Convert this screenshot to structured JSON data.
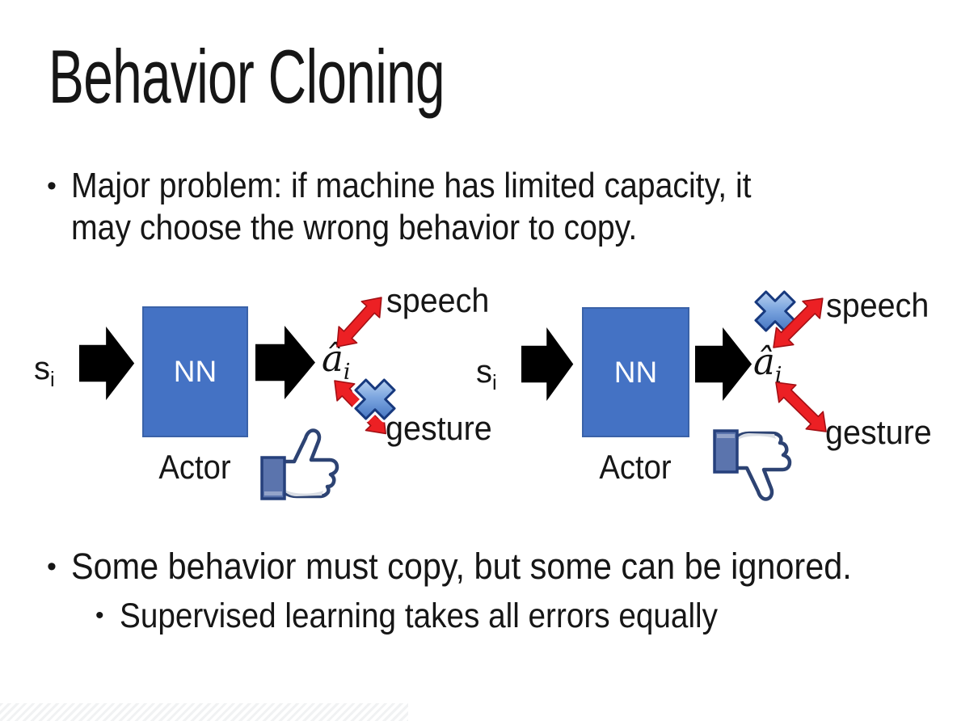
{
  "slide": {
    "title": "Behavior Cloning",
    "bullets": {
      "marker": "•",
      "b1_line1": "Major problem: if machine has limited capacity, it",
      "b1_line2": "may choose the wrong behavior to copy.",
      "b2": "Some behavior must copy, but some can be ignored.",
      "b2_sub": "Supervised learning takes all errors equally"
    }
  },
  "diagrams": {
    "left": {
      "input": "s",
      "input_sub": "i",
      "nn": "NN",
      "actor": "Actor",
      "output": "â",
      "output_sub": "i",
      "speech": "speech",
      "gesture": "gesture",
      "crossed_out_action": "gesture",
      "feedback_icon": "thumbs-up"
    },
    "right": {
      "input": "s",
      "input_sub": "i",
      "nn": "NN",
      "actor": "Actor",
      "output": "â",
      "output_sub": "i",
      "speech": "speech",
      "gesture": "gesture",
      "crossed_out_action": "speech",
      "feedback_icon": "thumbs-down"
    }
  },
  "colors": {
    "background": "#ffffff",
    "text": "#161616",
    "nn_box_fill": "#4472c4",
    "nn_box_border": "#3a62a8",
    "nn_text": "#ffffff",
    "black_arrow": "#000000",
    "red_arrow_fill": "#ec2024",
    "red_arrow_edge": "#a30f14",
    "cross_gradient_light": "#d9e7f8",
    "cross_gradient_dark": "#2f62b8",
    "cross_outline": "#17397e",
    "thumb_outline": "#2d4373",
    "thumb_cuff_fill": "#5b74ad",
    "thumb_hand_fill": "#ffffff"
  }
}
